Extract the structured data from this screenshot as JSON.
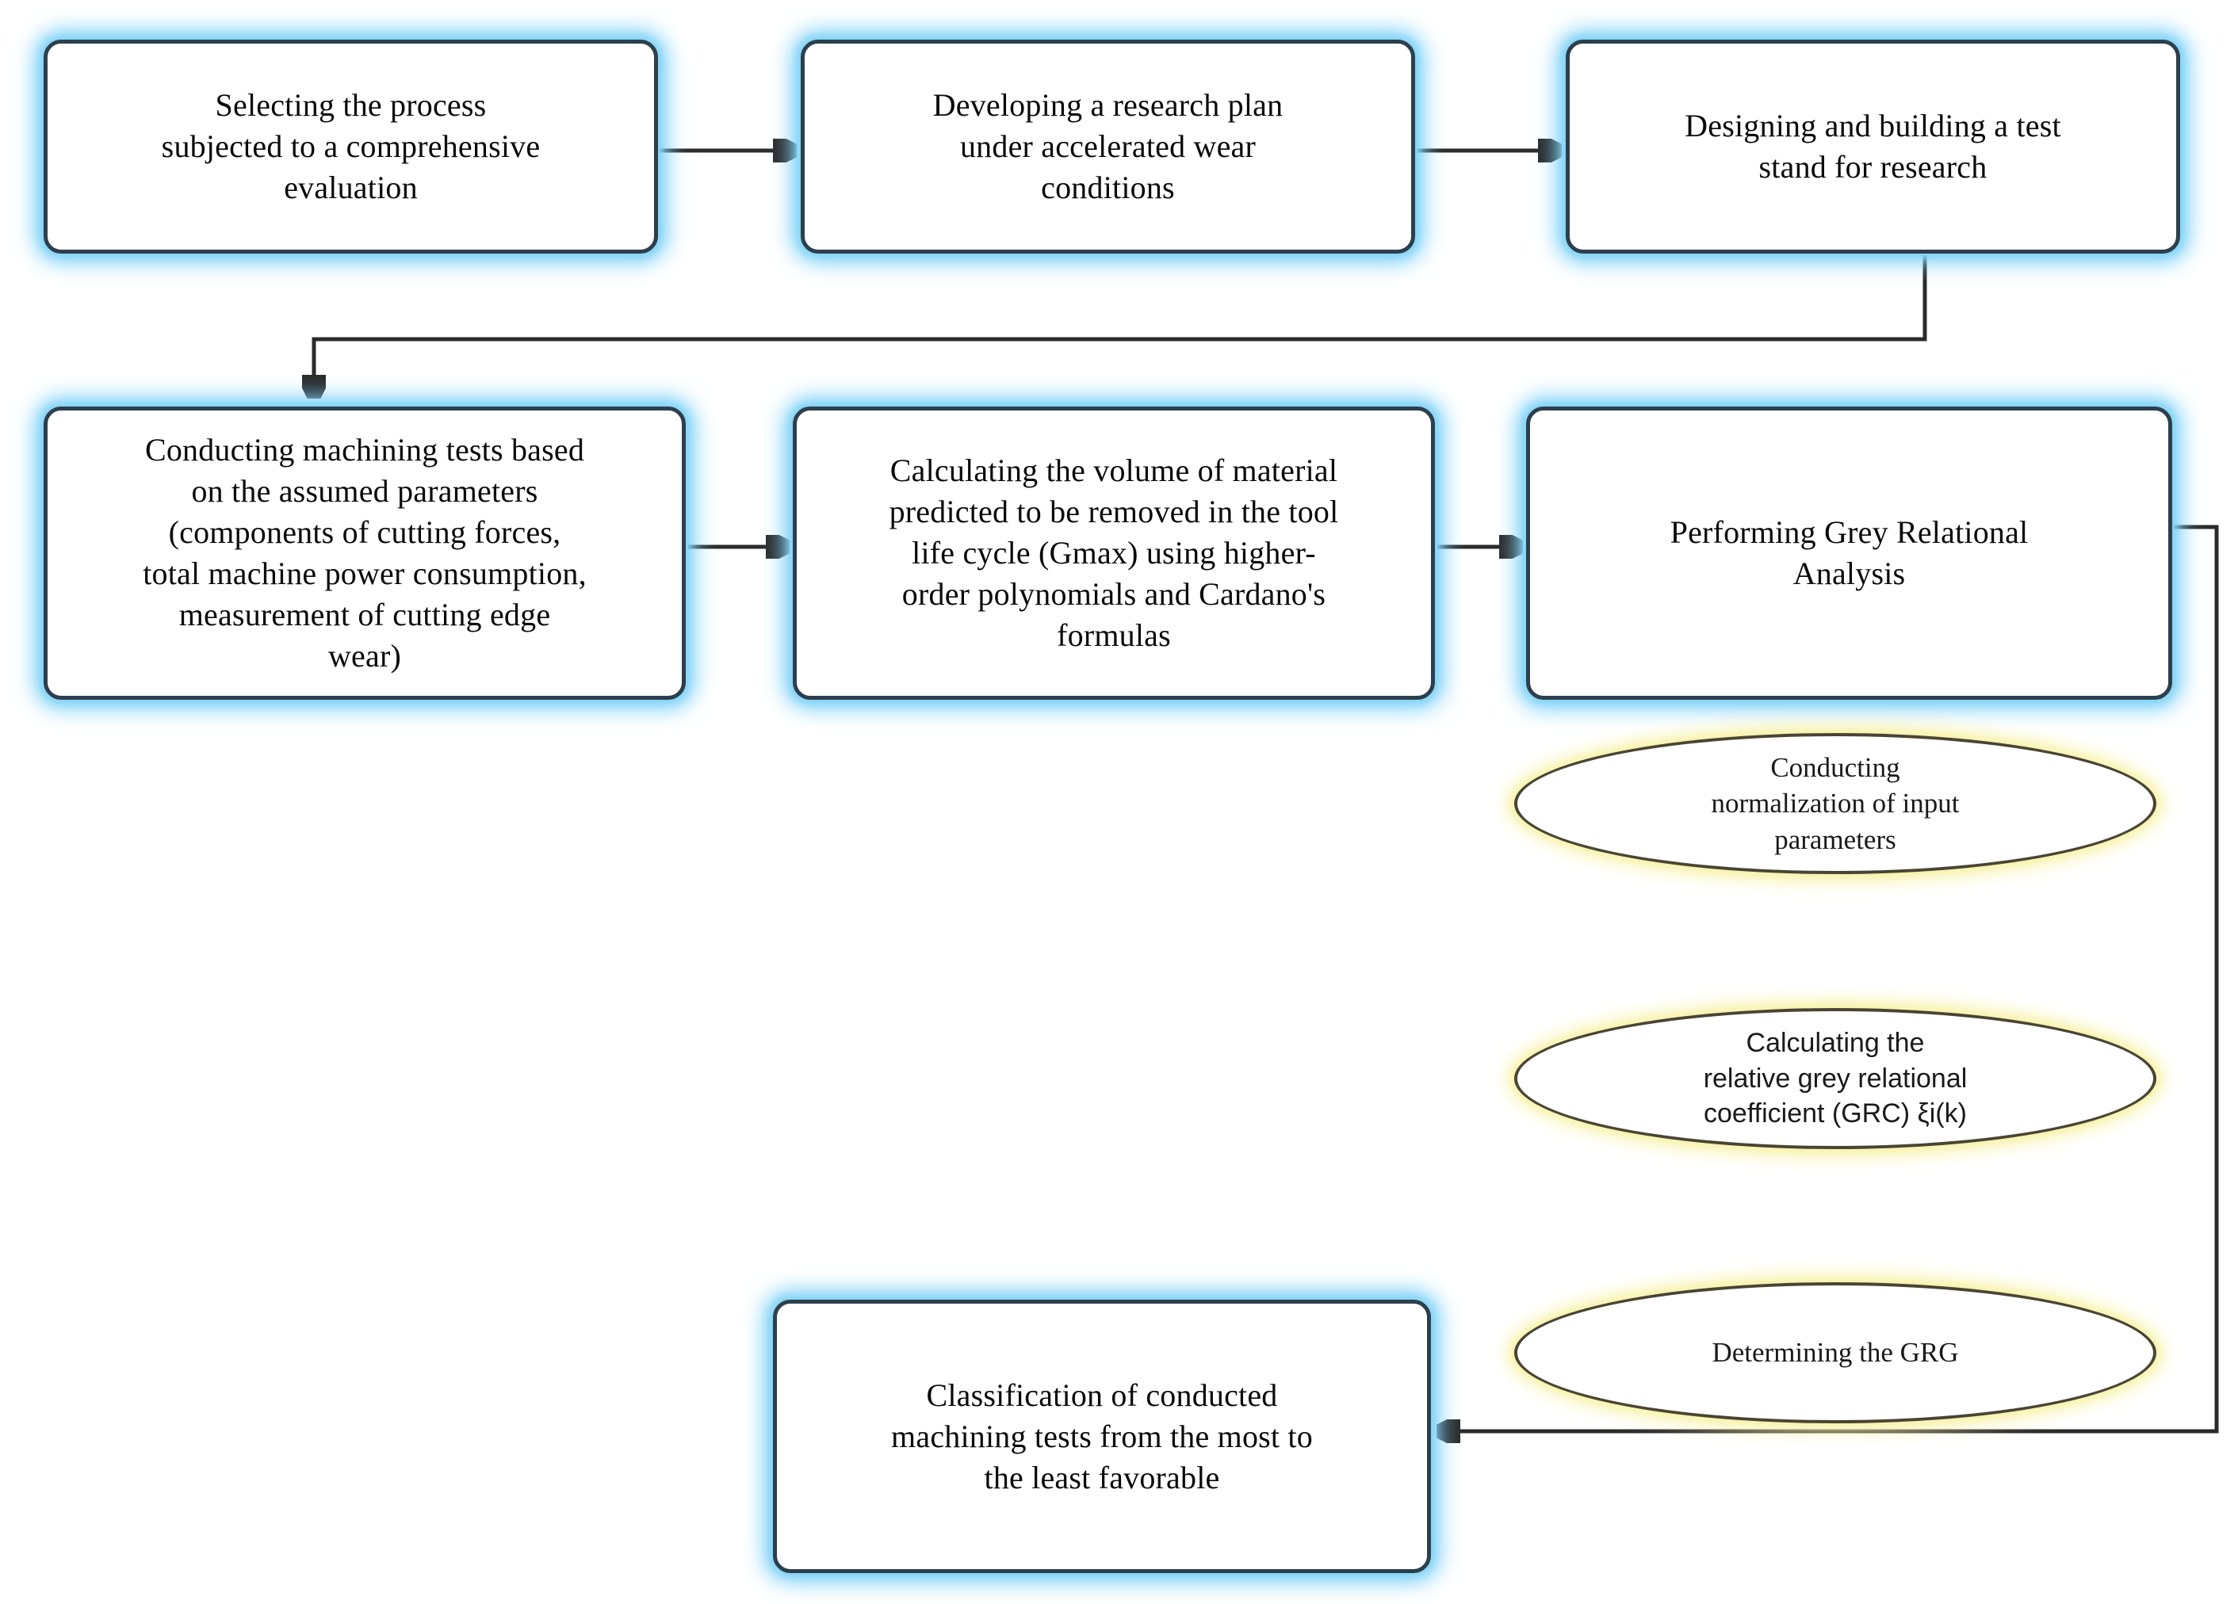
{
  "diagram": {
    "title": "Research methodology flowchart",
    "colors": {
      "box_border": "#2d3f4c",
      "box_glow": "#7fd2f7",
      "ellipse_border": "#4a4434",
      "ellipse_glow": "#f7f2a8",
      "connector": "#2b2b2b",
      "background": "#ffffff"
    },
    "nodes": [
      {
        "id": "select-process",
        "shape": "rounded-rectangle",
        "label": "Selecting the process\nsubjected to a comprehensive\nevaluation"
      },
      {
        "id": "research-plan",
        "shape": "rounded-rectangle",
        "label": "Developing a research plan\nunder accelerated wear\nconditions"
      },
      {
        "id": "test-stand",
        "shape": "rounded-rectangle",
        "label": "Designing and building a test\nstand for research"
      },
      {
        "id": "machining-tests",
        "shape": "rounded-rectangle",
        "label": "Conducting machining tests based\non the assumed parameters\n(components of cutting forces,\ntotal machine power consumption,\nmeasurement of cutting edge\nwear)"
      },
      {
        "id": "volume-calculation",
        "shape": "rounded-rectangle",
        "label": "Calculating the volume of material\npredicted to be removed in the tool\nlife cycle (Gmax) using higher-\norder polynomials and Cardano's\nformulas"
      },
      {
        "id": "grey-relational-analysis",
        "shape": "rounded-rectangle",
        "label": "Performing Grey Relational\nAnalysis"
      },
      {
        "id": "normalization",
        "shape": "ellipse",
        "label": "Conducting\nnormalization of input\nparameters"
      },
      {
        "id": "grc",
        "shape": "ellipse",
        "label": "Calculating the\nrelative grey relational\ncoefficient (GRC) ξi(k)"
      },
      {
        "id": "grg",
        "shape": "ellipse",
        "label": "Determining the GRG"
      },
      {
        "id": "classification",
        "shape": "rounded-rectangle",
        "label": "Classification of conducted\nmachining tests from the most to\nthe least favorable"
      }
    ],
    "edges": [
      {
        "from": "select-process",
        "to": "research-plan",
        "type": "straight-arrow"
      },
      {
        "from": "research-plan",
        "to": "test-stand",
        "type": "straight-arrow"
      },
      {
        "from": "test-stand",
        "to": "machining-tests",
        "type": "elbow-arrow"
      },
      {
        "from": "machining-tests",
        "to": "volume-calculation",
        "type": "straight-arrow"
      },
      {
        "from": "volume-calculation",
        "to": "grey-relational-analysis",
        "type": "straight-arrow"
      },
      {
        "from": "grey-relational-analysis",
        "to": "classification",
        "type": "elbow-arrow"
      }
    ]
  }
}
